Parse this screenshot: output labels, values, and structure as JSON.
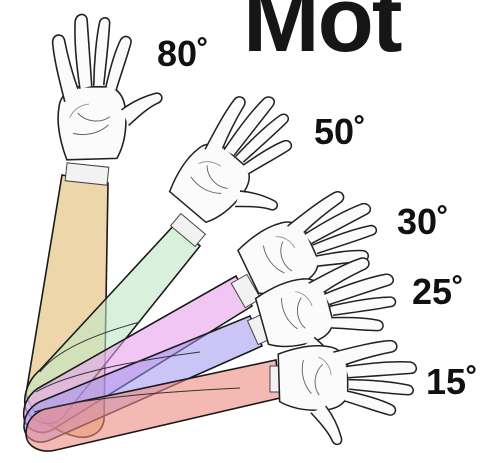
{
  "header": {
    "title_fragment": "Mot"
  },
  "angles": [
    {
      "label": "80˚"
    },
    {
      "label": "50˚"
    },
    {
      "label": "30˚"
    },
    {
      "label": "25˚"
    },
    {
      "label": "15˚"
    }
  ],
  "colors": {
    "arm_80": "#e4c07c",
    "arm_50": "#bfe7c5",
    "arm_30": "#e7a0ee",
    "arm_25": "#9f95ee",
    "arm_15": "#ee8a80",
    "outline": "#1a1a1a"
  }
}
